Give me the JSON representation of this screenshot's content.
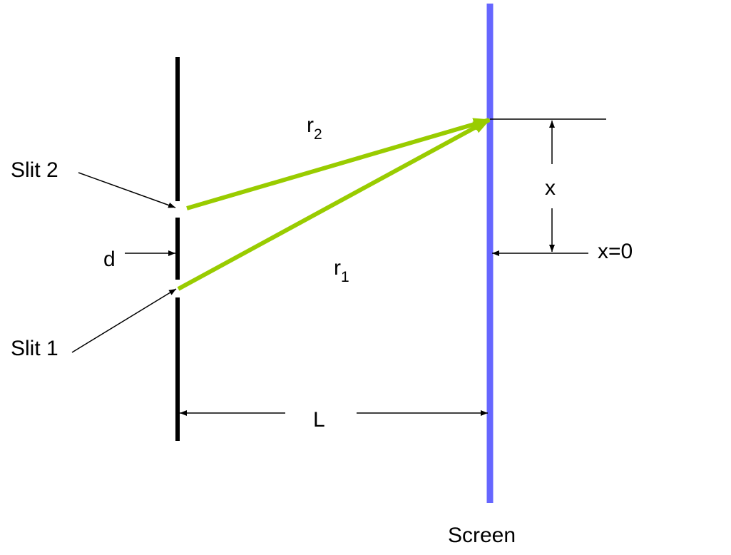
{
  "labels": {
    "slit2": "Slit 2",
    "slit1": "Slit 1",
    "d": "d",
    "r2_base": "r",
    "r2_sub": "2",
    "r1_base": "r",
    "r1_sub": "1",
    "x": "x",
    "x0": "x=0",
    "L": "L",
    "screen": "Screen"
  },
  "colors": {
    "barrier": "#000000",
    "screen": "#6666ff",
    "ray": "#99cc00",
    "annotation": "#000000"
  }
}
